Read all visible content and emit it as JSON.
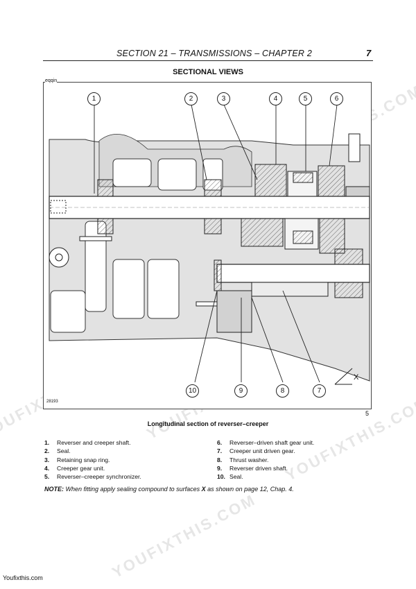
{
  "header": {
    "title": "SECTION 21 – TRANSMISSIONS – CHAPTER 2",
    "page_number": "7"
  },
  "section_title": "SECTIONAL VIEWS",
  "figure": {
    "tag": "eqqin",
    "ref_code": "28193",
    "number": "5",
    "callouts": [
      "1",
      "2",
      "3",
      "4",
      "5",
      "6",
      "10",
      "9",
      "8",
      "7"
    ],
    "surface_label": "X"
  },
  "caption": "Longitudinal section of reverser–creeper",
  "legend": {
    "left": [
      {
        "num": "1.",
        "text": "Reverser and creeper shaft."
      },
      {
        "num": "2.",
        "text": "Seal."
      },
      {
        "num": "3.",
        "text": "Retaining snap ring."
      },
      {
        "num": "4.",
        "text": "Creeper gear unit."
      },
      {
        "num": "5.",
        "text": "Reverser–creeper synchronizer."
      }
    ],
    "right": [
      {
        "num": "6.",
        "text": "Reverser–driven shaft gear unit."
      },
      {
        "num": "7.",
        "text": "Creeper unit driven gear."
      },
      {
        "num": "8.",
        "text": "Thrust washer."
      },
      {
        "num": "9.",
        "text": "Reverser driven shaft."
      },
      {
        "num": "10.",
        "text": "Seal."
      }
    ]
  },
  "note": {
    "label": "NOTE:",
    "text_before": " When fitting apply sealing compound to surfaces ",
    "symbol": "X",
    "text_after": " as shown on page 12, Chap. 4."
  },
  "site": "Youfixthis.com",
  "watermark": "YOUFIXTHIS.COM"
}
